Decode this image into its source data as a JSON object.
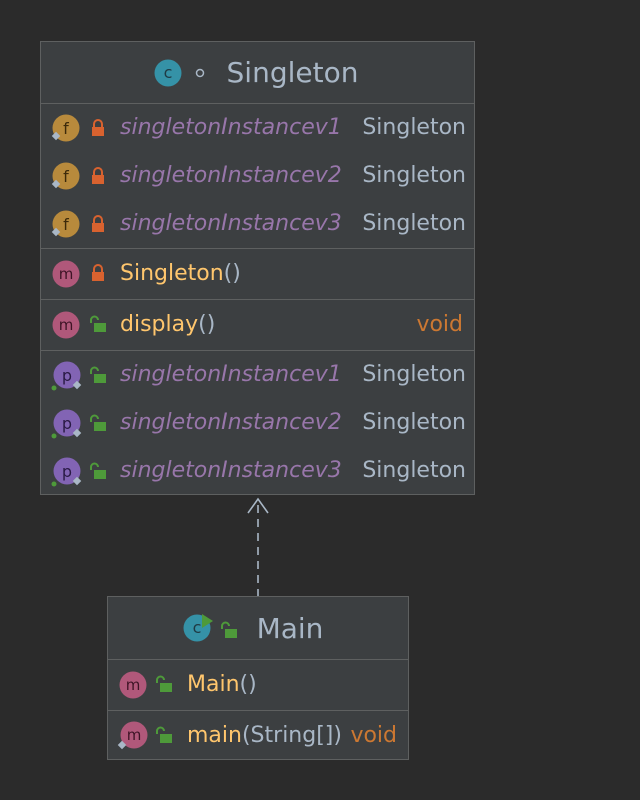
{
  "classes": {
    "singleton": {
      "name": "Singleton",
      "fields": [
        {
          "name": "singletonInstancev1",
          "type": "Singleton"
        },
        {
          "name": "singletonInstancev2",
          "type": "Singleton"
        },
        {
          "name": "singletonInstancev3",
          "type": "Singleton"
        }
      ],
      "constructor": {
        "name": "Singleton",
        "params": "()"
      },
      "methods": [
        {
          "name": "display",
          "params": "()",
          "return_type": "void"
        }
      ],
      "properties": [
        {
          "name": "singletonInstancev1",
          "type": "Singleton"
        },
        {
          "name": "singletonInstancev2",
          "type": "Singleton"
        },
        {
          "name": "singletonInstancev3",
          "type": "Singleton"
        }
      ]
    },
    "main": {
      "name": "Main",
      "constructor": {
        "name": "Main",
        "params": "()"
      },
      "methods": [
        {
          "name": "main",
          "params": "(String[])",
          "return_type": "void"
        }
      ]
    }
  },
  "icons": {
    "class": "class-icon",
    "runnable_class": "runnable-class-icon",
    "field": "field-icon",
    "method": "method-icon",
    "property": "property-icon",
    "private": "private-lock-icon",
    "public": "public-unlock-icon",
    "static": "static-marker-icon"
  },
  "icon_letters": {
    "class": "c",
    "field": "f",
    "method": "m",
    "property": "p"
  },
  "colors": {
    "background": "#2b2b2b",
    "class_fill": "#3c3f41",
    "border": "#5e6060",
    "class_name": "#a9b7c6",
    "field_name": "#9876aa",
    "method_name": "#ffc66d",
    "void_keyword": "#cc7832",
    "class_icon": "#3592a7",
    "field_icon": "#b88a3c",
    "method_icon": "#b0587a",
    "property_icon": "#8264b4",
    "private_lock": "#d8622f",
    "public_lock": "#4e9a3a",
    "connector": "#a9b7c6"
  },
  "relationships": [
    {
      "from": "Main",
      "to": "Singleton",
      "kind": "dependency"
    }
  ]
}
